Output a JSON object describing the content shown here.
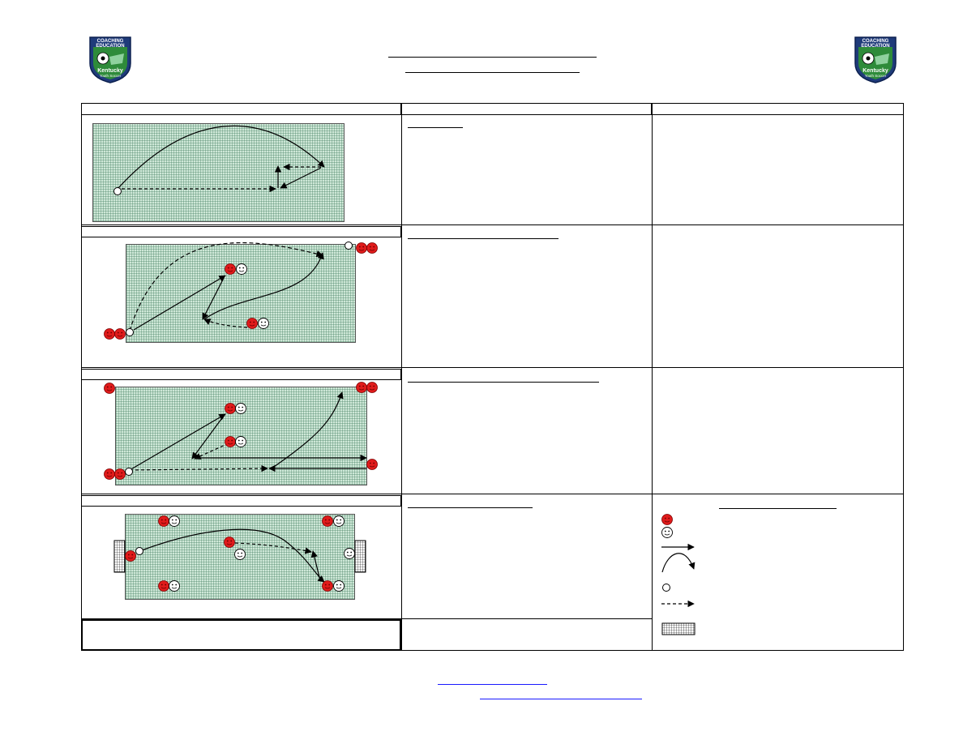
{
  "page": {
    "title": "",
    "subtitle": ""
  },
  "logo": {
    "line1": "COACHING",
    "line2": "EDUCATION",
    "line3": "Kentucky",
    "line4": "Youth Soccer"
  },
  "colors": {
    "player_red": "#e01b1b",
    "field_green": "#cfe8d8",
    "badge_blue": "#1f3b7a",
    "badge_green": "#2e8b3a"
  },
  "legend": {
    "items": [
      {
        "icon": "attacker-icon",
        "label": ""
      },
      {
        "icon": "defender-icon",
        "label": ""
      },
      {
        "icon": "pass-arrow-icon",
        "label": ""
      },
      {
        "icon": "curved-run-icon",
        "label": ""
      },
      {
        "icon": "ball-icon",
        "label": ""
      },
      {
        "icon": "dribble-arrow-icon",
        "label": ""
      },
      {
        "icon": "goal-icon",
        "label": ""
      }
    ]
  }
}
